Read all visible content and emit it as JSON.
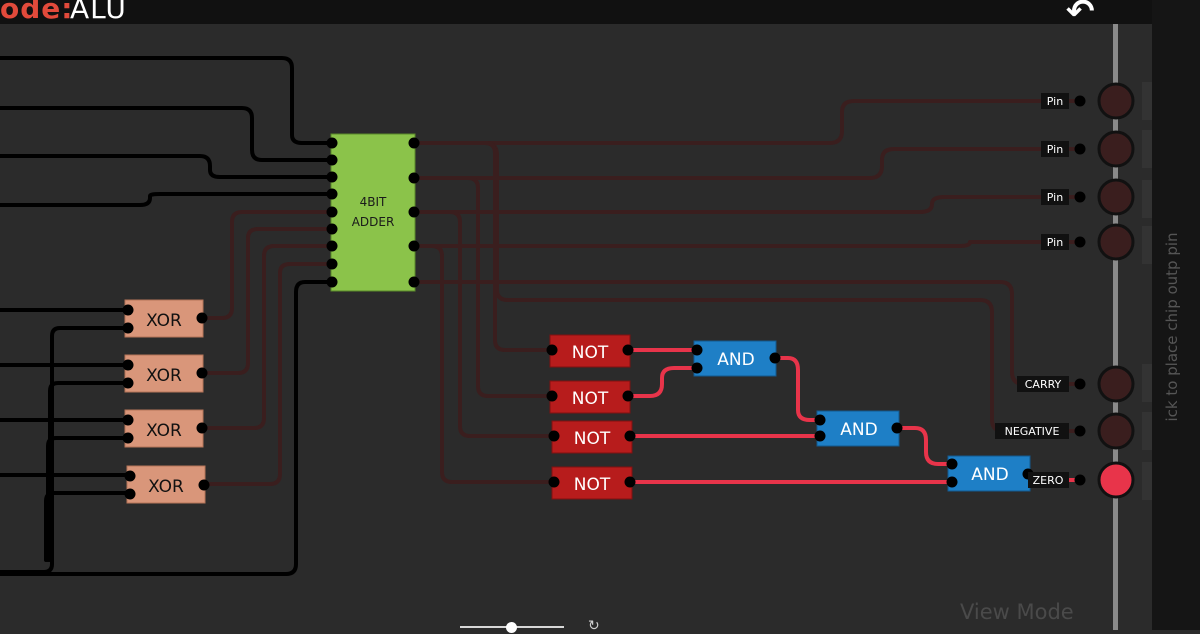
{
  "header": {
    "mode_label": "ode:",
    "mode_value": "ALU"
  },
  "chips": {
    "adder": {
      "line1": "4BIT",
      "line2": "ADDER"
    },
    "xor": [
      "XOR",
      "XOR",
      "XOR",
      "XOR"
    ],
    "not": [
      "NOT",
      "NOT",
      "NOT",
      "NOT"
    ],
    "and": [
      "AND",
      "AND",
      "AND"
    ]
  },
  "outputs": [
    {
      "label": "Pin",
      "active": false
    },
    {
      "label": "Pin",
      "active": false
    },
    {
      "label": "Pin",
      "active": false
    },
    {
      "label": "Pin",
      "active": false
    },
    {
      "label": "CARRY",
      "active": false
    },
    {
      "label": "NEGATIVE",
      "active": false
    },
    {
      "label": "ZERO",
      "active": true
    }
  ],
  "side_hint": "ick to place chip outp pin",
  "footer": {
    "view_mode": "View Mode"
  },
  "icons": {
    "back": "back-arrow-icon",
    "reload": "reload-icon"
  },
  "colors": {
    "background": "#2b2b2b",
    "wire_off": "#3a1e1e",
    "wire_on": "#e8344a",
    "wire_black": "#000000",
    "adder": "#8bc34a",
    "xor": "#d9967a",
    "not": "#b71c1c",
    "and": "#1e7fc6",
    "pin_off": "#3a1e1e",
    "pin_on": "#e8344a"
  }
}
